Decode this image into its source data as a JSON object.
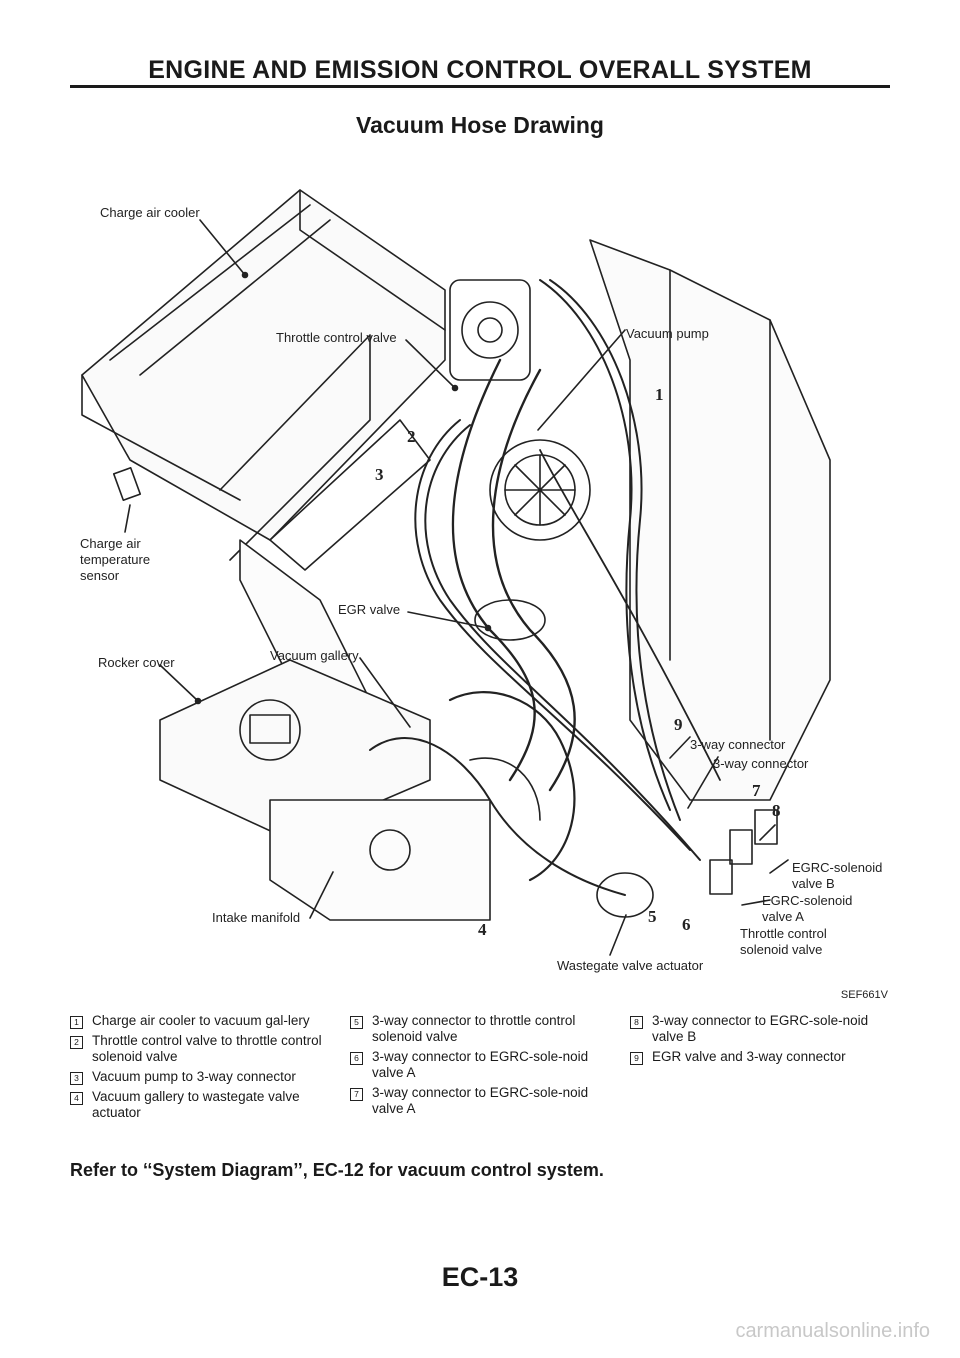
{
  "page": {
    "header": "ENGINE AND EMISSION CONTROL OVERALL SYSTEM",
    "title": "Vacuum Hose Drawing",
    "figure_code": "SEF661V",
    "refer_text": "Refer to ‘‘System Diagram’’, EC-12 for vacuum control system.",
    "page_number": "EC-13",
    "watermark": "carmanualsonline.info"
  },
  "labels": {
    "charge_air_cooler": "Charge air cooler",
    "throttle_control_valve": "Throttle control valve",
    "vacuum_pump": "Vacuum pump",
    "charge_air_temp_1": "Charge air",
    "charge_air_temp_2": "temperature",
    "charge_air_temp_3": "sensor",
    "egr_valve": "EGR valve",
    "vacuum_gallery": "Vacuum gallery",
    "rocker_cover": "Rocker cover",
    "three_way_1": "3-way connector",
    "three_way_2": "3-way connector",
    "egrc_b_1": "EGRC-solenoid",
    "egrc_b_2": "valve B",
    "egrc_a_1": "EGRC-solenoid",
    "egrc_a_2": "valve A",
    "tcs_1": "Throttle control",
    "tcs_2": "solenoid valve",
    "intake_manifold": "Intake manifold",
    "wastegate": "Wastegate valve actuator"
  },
  "numbers": {
    "n1": "1",
    "n2": "2",
    "n3": "3",
    "n4": "4",
    "n5": "5",
    "n6": "6",
    "n7": "7",
    "n8": "8",
    "n9": "9"
  },
  "legend": [
    {
      "num": "1",
      "text": "Charge air cooler to vacuum gal-lery"
    },
    {
      "num": "2",
      "text": "Throttle control valve to throttle control solenoid valve"
    },
    {
      "num": "3",
      "text": "Vacuum pump to 3-way connector"
    },
    {
      "num": "4",
      "text": "Vacuum gallery to wastegate valve actuator"
    },
    {
      "num": "5",
      "text": "3-way connector to throttle control solenoid valve"
    },
    {
      "num": "6",
      "text": "3-way connector to EGRC-sole-noid valve A"
    },
    {
      "num": "7",
      "text": "3-way connector to EGRC-sole-noid valve A"
    },
    {
      "num": "8",
      "text": "3-way connector to EGRC-sole-noid valve B"
    },
    {
      "num": "9",
      "text": "EGR valve and 3-way connector"
    }
  ]
}
